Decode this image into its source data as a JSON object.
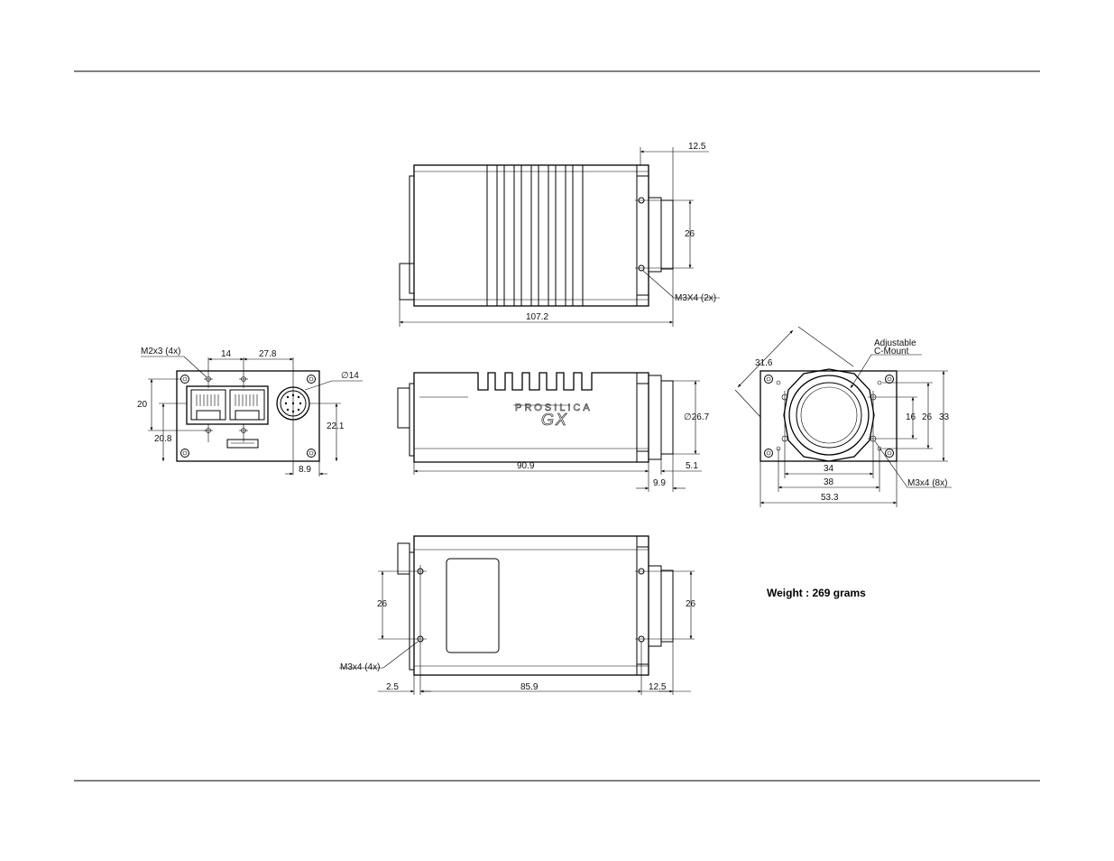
{
  "top_view": {
    "dim_flange": "12.5",
    "dim_mount_height": "26",
    "dim_length": "107.2",
    "callout_holes": "M3X4 (2x)"
  },
  "back_view": {
    "callout_holes": "M2x3 (4x)",
    "dim_spacing": "14",
    "dim_offset": "27.8",
    "dim_connector": "∅14",
    "dim_height_left": "20",
    "dim_height_lower": "20.8",
    "dim_height_right": "22.1",
    "dim_bottom": "8.9"
  },
  "side_view": {
    "brand_line1": "PROSILICA",
    "brand_line2": "GX",
    "dim_lens": "∅26.7",
    "dim_body": "90.9",
    "dim_flange": "5.1",
    "dim_mount": "9.9"
  },
  "front_view": {
    "label_mount_line1": "Adjustable",
    "label_mount_line2": "C-Mount",
    "dim_diagonal": "31.6",
    "dim_inner_v": "16",
    "dim_mid_v": "26",
    "dim_outer_v": "33",
    "dim_inner_h": "34",
    "dim_mid_h": "38",
    "dim_outer_h": "53.3",
    "callout_holes": "M3x4 (8x)"
  },
  "bottom_view": {
    "dim_height_left": "26",
    "dim_height_right": "26",
    "callout_holes": "M3x4 (4x)",
    "dim_left": "2.5",
    "dim_body": "85.9",
    "dim_right": "12.5"
  },
  "weight_label": "Weight : 269 grams"
}
